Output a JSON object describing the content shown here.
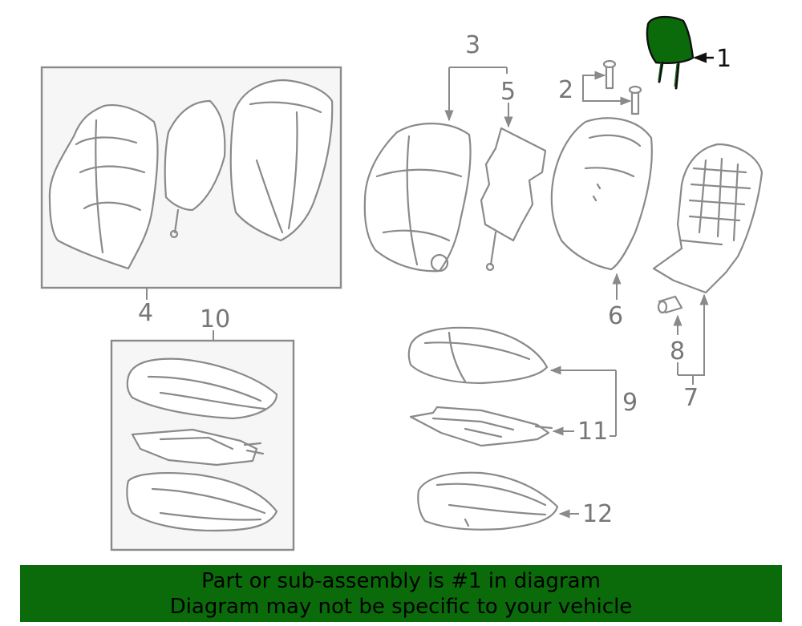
{
  "callouts": {
    "c1": "1",
    "c2": "2",
    "c3": "3",
    "c4": "4",
    "c5": "5",
    "c6": "6",
    "c7": "7",
    "c8": "8",
    "c9": "9",
    "c10": "10",
    "c11": "11",
    "c12": "12"
  },
  "highlight_color": "#0b6b0b",
  "banner": {
    "line1": "Part or sub-assembly is #1 in diagram",
    "line2": "Diagram may not be specific to your vehicle"
  }
}
